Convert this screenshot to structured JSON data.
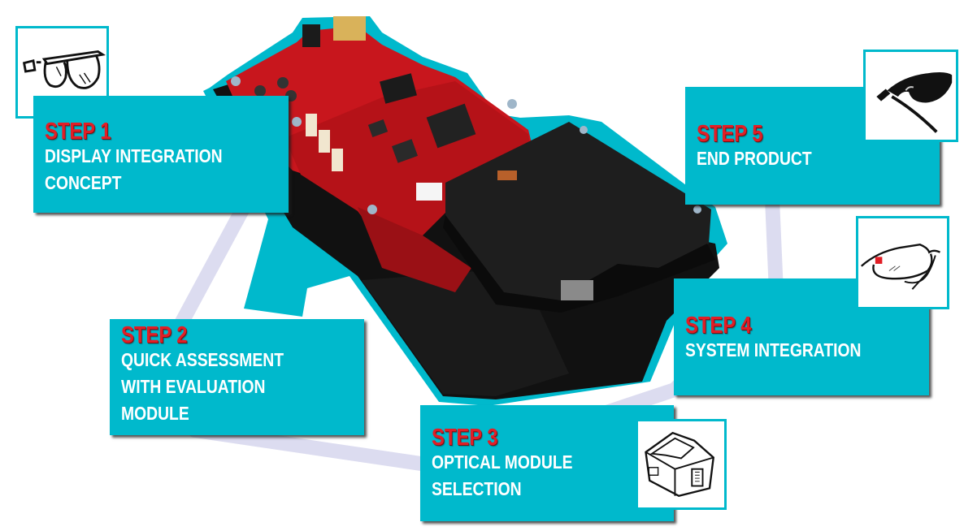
{
  "diagram": {
    "title": "DLP Pico display development flow",
    "accent_color": "#00b9cc",
    "step_title_color": "#e21e26",
    "connector_color": "#dcdcf0",
    "steps": [
      {
        "title": "STEP 1",
        "description": "DISPLAY INTEGRATION\nCONCEPT",
        "thumbnail_icon": "glasses-sketch-icon"
      },
      {
        "title": "STEP 2",
        "description": "QUICK ASSESSMENT\nWITH EVALUATION\nMODULE",
        "thumbnail_icon": ""
      },
      {
        "title": "STEP 3",
        "description": "OPTICAL MODULE\nSELECTION",
        "thumbnail_icon": "optical-module-sketch-icon"
      },
      {
        "title": "STEP 4",
        "description": "SYSTEM INTEGRATION",
        "thumbnail_icon": "smart-glasses-sketch-icon"
      },
      {
        "title": "STEP 5",
        "description": "END PRODUCT",
        "thumbnail_icon": "smart-glasses-product-icon"
      }
    ],
    "center_image": "evaluation-module-photo"
  }
}
